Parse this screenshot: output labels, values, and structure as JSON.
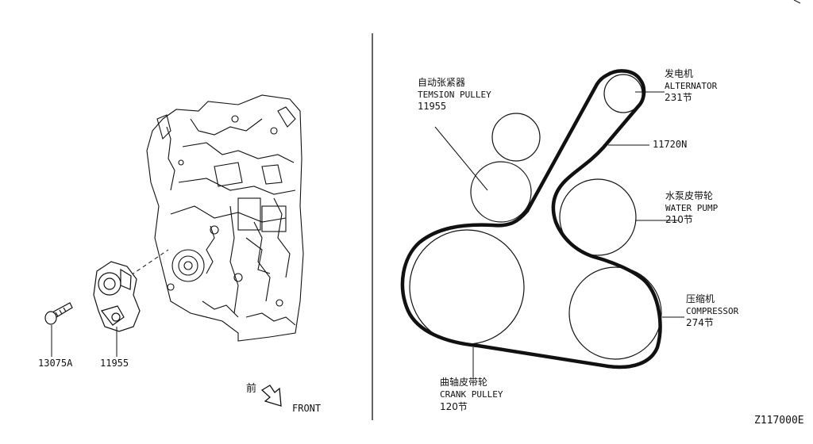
{
  "left_panel": {
    "bolt_part_no": "13075A",
    "tensioner_part_no": "11955",
    "front_cn": "前",
    "front_en": "FRONT"
  },
  "belt_layout": {
    "tension_pulley": {
      "cn": "自动张紧器",
      "en": "TEMSION PULLEY",
      "part_no": "11955"
    },
    "alternator": {
      "cn": "发电机",
      "en": "ALTERNATOR",
      "teeth": "231节"
    },
    "belt": {
      "part_no": "11720N"
    },
    "water_pump": {
      "cn": "水泵皮带轮",
      "en": "WATER PUMP",
      "teeth": "210节"
    },
    "compressor": {
      "cn": "压缩机",
      "en": "COMPRESSOR",
      "teeth": "274节"
    },
    "crank_pulley": {
      "cn": "曲轴皮带轮",
      "en": "CRANK PULLEY",
      "teeth": "120节"
    }
  },
  "figure_code": "Z117000E"
}
